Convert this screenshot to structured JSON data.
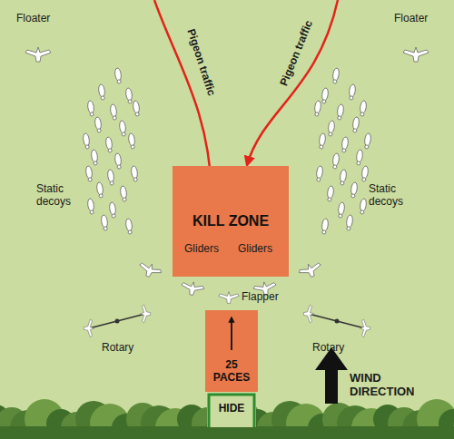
{
  "diagram": {
    "nodes": [
      {
        "text": [
          "KILL ZONE"
        ]
      },
      {
        "text": [
          "25 PACES"
        ]
      },
      {
        "text": [
          "HIDE"
        ]
      }
    ],
    "labels": [
      "Floater",
      "Floater",
      "Pigeon traffic",
      "Pigeon traffic",
      "Static decoys",
      "Static decoys",
      "Gliders",
      "Gliders",
      "Flapper",
      "Rotary",
      "Rotary",
      "WIND DIRECTION"
    ]
  }
}
